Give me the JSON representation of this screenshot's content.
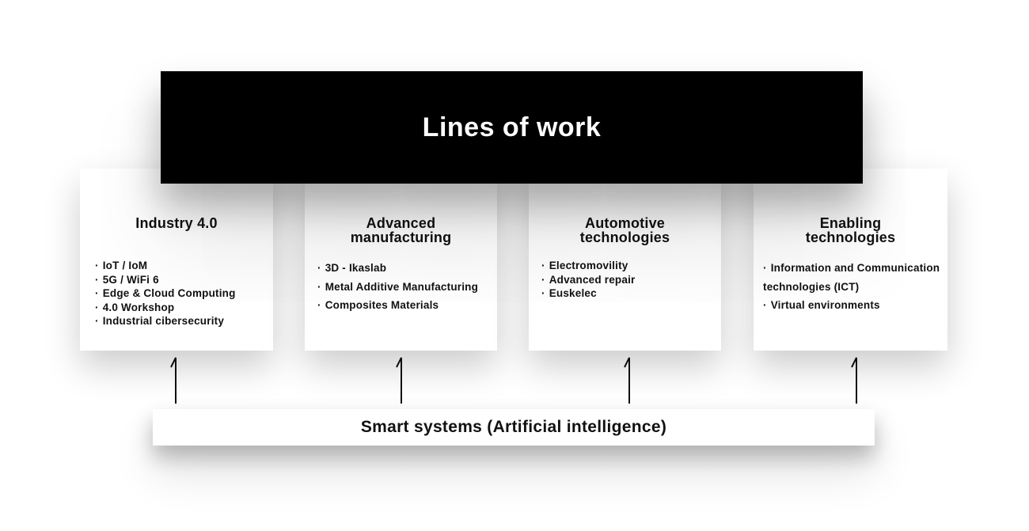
{
  "header": {
    "title": "Lines of work"
  },
  "cards": [
    {
      "title": "Industry 4.0",
      "items": [
        "IoT / IoM",
        "5G / WiFi 6",
        "Edge & Cloud Computing",
        "4.0 Workshop",
        "Industrial cibersecurity"
      ]
    },
    {
      "title": "Advanced manufacturing",
      "items": [
        "3D - Ikaslab",
        "Metal Additive  Manufacturing",
        "Composites Materials"
      ]
    },
    {
      "title": "Automotive technologies",
      "items": [
        "Electromovility",
        "Advanced repair",
        "Euskelec"
      ]
    },
    {
      "title": "Enabling technologies",
      "items": [
        "Information and Communication technologies (ICT)",
        "Virtual environments"
      ]
    }
  ],
  "footer": {
    "label": "Smart systems (Artificial intelligence)"
  },
  "connectors": {
    "icon": "up-arrow-icon",
    "count": 4
  },
  "colors": {
    "banner_bg": "#000000",
    "banner_text": "#ffffff",
    "card_bg": "#ffffff",
    "text": "#111111",
    "background": "#ffffff"
  }
}
